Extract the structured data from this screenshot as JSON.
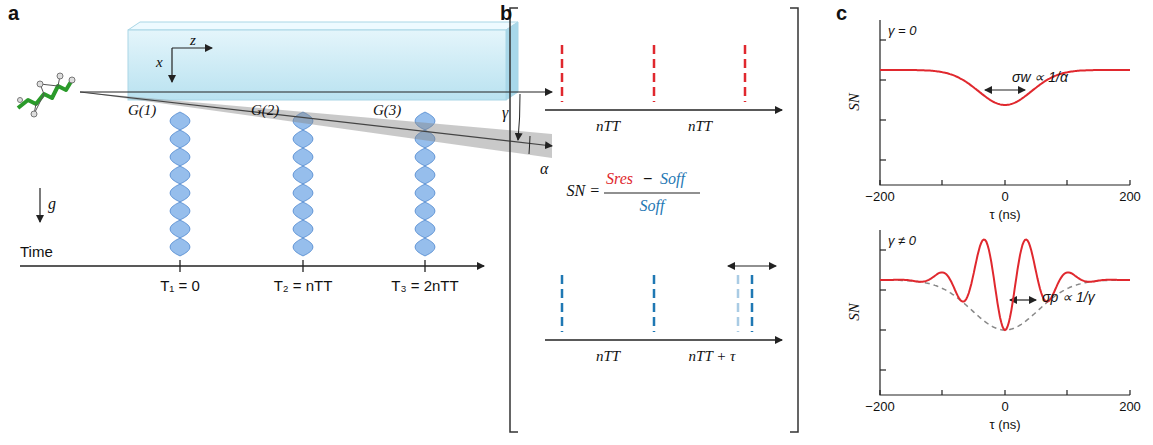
{
  "diagram": {
    "labels": [
      "a",
      "z",
      "x",
      "G(1)",
      "G(2)",
      "G(3)",
      "γ",
      "α",
      "g",
      "Time",
      "T₁ = 0",
      "T₂ = nTT",
      "T₃ = 2nTT",
      "b",
      "nTT",
      "nTT",
      "SN =",
      "Sres",
      "−",
      "Soff",
      "Soff",
      "nTT",
      "nTT + τ",
      "c",
      "γ = 0",
      "σw ∝ 1/α",
      "SN",
      "−200",
      "0",
      "200",
      "τ (ns)",
      "γ ≠ 0",
      "σp ∝ 1/γ",
      "SN",
      "−200",
      "0",
      "200",
      "τ (ns)"
    ]
  }
}
